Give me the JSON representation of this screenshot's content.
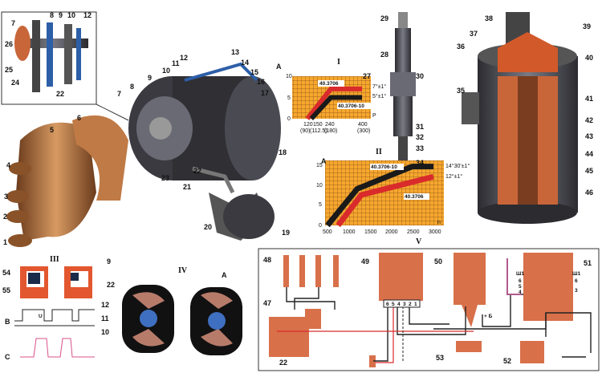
{
  "inset_labels": [
    "7",
    "8",
    "9",
    "10",
    "12",
    "26",
    "25",
    "24",
    "22"
  ],
  "distributor_labels": [
    "12",
    "13",
    "11",
    "14",
    "10",
    "15",
    "9",
    "16",
    "8",
    "17",
    "7",
    "22",
    "23",
    "21",
    "18",
    "20",
    "19",
    "6",
    "5",
    "4",
    "3",
    "2",
    "1"
  ],
  "spark_plug_labels": [
    "29",
    "28",
    "27",
    "30",
    "31",
    "32",
    "33",
    "34"
  ],
  "coil_labels": [
    "38",
    "39",
    "37",
    "36",
    "40",
    "35",
    "41",
    "42",
    "43",
    "44",
    "45",
    "46"
  ],
  "section_III": {
    "title": "III",
    "labels": [
      "54",
      "55",
      "9",
      "22"
    ],
    "B": "B",
    "C": "C",
    "u": "U"
  },
  "section_IV": {
    "title": "IV",
    "A": "A",
    "labels": [
      "12",
      "11",
      "10"
    ]
  },
  "section_V": {
    "title": "V",
    "labels": [
      "48",
      "49",
      "50",
      "51",
      "47",
      "22",
      "53",
      "52"
    ],
    "plus_b": "+ Б",
    "sh1_left": "Ш1",
    "sh1_right": "Ш1",
    "pins_49": [
      "6",
      "5",
      "4",
      "3",
      "2",
      "1"
    ],
    "pins_51_left": [
      "6",
      "5",
      "4"
    ],
    "pins_51_right": [
      "6",
      "3"
    ]
  },
  "chart_data": [
    {
      "type": "line",
      "title": "I",
      "ylabel": "A",
      "xlabel": "P",
      "x_ticks": [
        "120",
        "150",
        "240",
        "400"
      ],
      "x_ticks_alt": [
        "(90)",
        "(112.5)",
        "(180)",
        "(300)"
      ],
      "y_ticks": [
        "0",
        "5",
        "10"
      ],
      "xlim": [
        42,
        445
      ],
      "ylim": [
        0,
        10
      ],
      "grid": true,
      "series": [
        {
          "name": "40.3706",
          "end_label": "7°±1°",
          "color": "#d92b2b",
          "x": [
            120,
            240,
            400
          ],
          "y": [
            0,
            7,
            7
          ]
        },
        {
          "name": "40.3706-10",
          "end_label": "5°±1°",
          "color": "#1a1a1a",
          "x": [
            140,
            240,
            400
          ],
          "y": [
            0,
            5,
            5
          ]
        }
      ]
    },
    {
      "type": "line",
      "title": "II",
      "ylabel": "A",
      "xlabel": "n",
      "x_ticks": [
        "500",
        "1000",
        "1500",
        "2000",
        "2500",
        "3000"
      ],
      "y_ticks": [
        "0",
        "5",
        "10",
        "15"
      ],
      "xlim": [
        443,
        3246
      ],
      "ylim": [
        0,
        16
      ],
      "grid": true,
      "series": [
        {
          "name": "40.3706-10",
          "end_label": "14°30'±1°",
          "color": "#1a1a1a",
          "x": [
            500,
            1200,
            2500,
            3000
          ],
          "y": [
            0,
            9,
            14.5,
            14.5
          ]
        },
        {
          "name": "40.3706",
          "end_label": "12°±1°",
          "color": "#d92b2b",
          "x": [
            750,
            1300,
            3000
          ],
          "y": [
            0,
            7.5,
            12
          ]
        }
      ]
    }
  ],
  "colors": {
    "orange": "#f3a130",
    "copper": "#c8663a",
    "dark": "#3a3a40",
    "red": "#d92b2b"
  }
}
